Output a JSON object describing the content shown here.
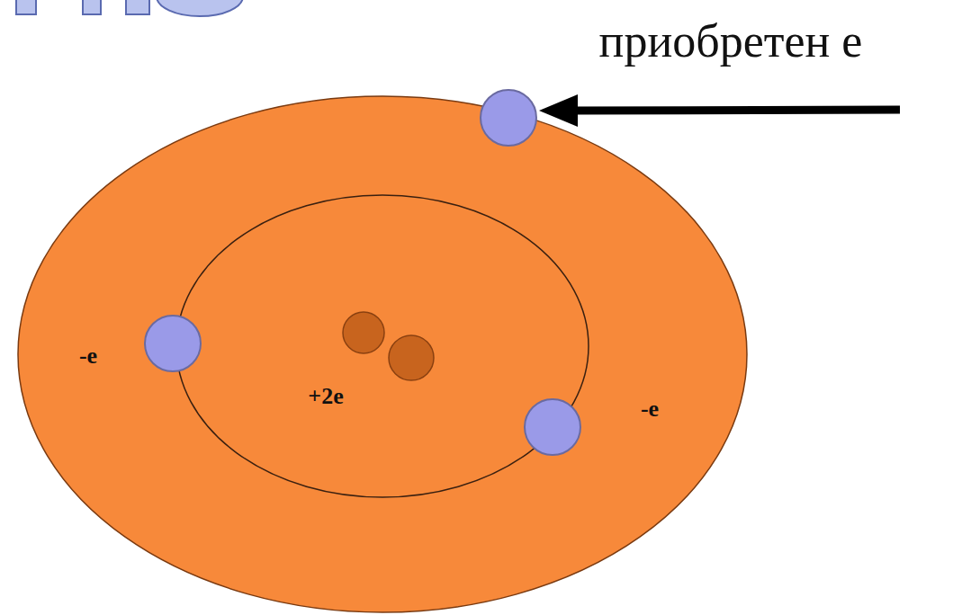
{
  "diagram": {
    "labels": [
      "приобретен e",
      "-e",
      "+2e",
      "-e"
    ]
  }
}
